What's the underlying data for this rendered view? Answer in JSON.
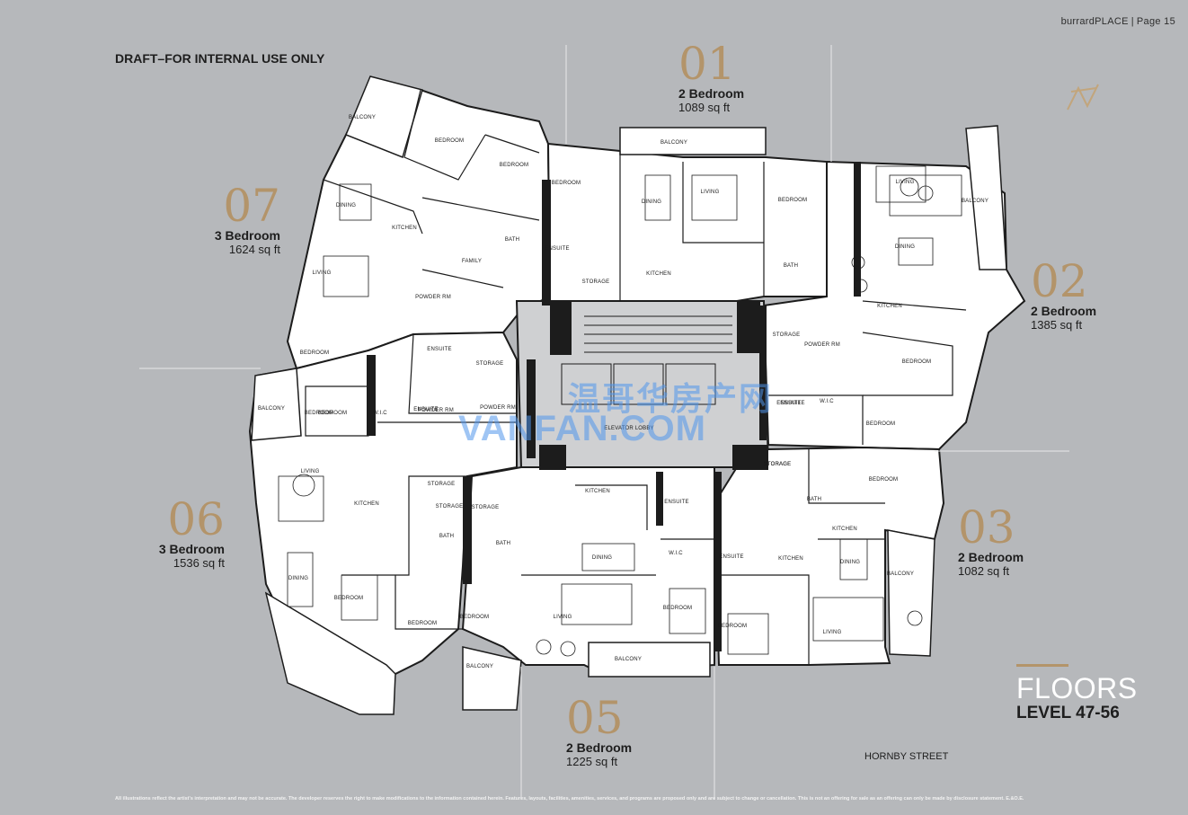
{
  "header": {
    "brand": "burrardPLACE",
    "page": "Page 15"
  },
  "draft_note": "DRAFT–FOR INTERNAL USE ONLY",
  "units": [
    {
      "id": "01",
      "type": "2 Bedroom",
      "area": "1089 sq ft"
    },
    {
      "id": "02",
      "type": "2 Bedroom",
      "area": "1385 sq ft"
    },
    {
      "id": "03",
      "type": "2 Bedroom",
      "area": "1082 sq ft"
    },
    {
      "id": "05",
      "type": "2 Bedroom",
      "area": "1225 sq ft"
    },
    {
      "id": "06",
      "type": "3  Bedroom",
      "area": "1536 sq ft"
    },
    {
      "id": "07",
      "type": "3 Bedroom",
      "area": "1624 sq ft"
    }
  ],
  "floors": {
    "title": "FLOORS",
    "level": "LEVEL 47-56"
  },
  "street": "HORNBY STREET",
  "watermark": {
    "cn": "温哥华房产网",
    "en": "VANFAN.COM"
  },
  "room_labels": [
    "BALCONY",
    "BEDROOM",
    "BEDROOM",
    "BEDROOM",
    "BALCONY",
    "DINING",
    "LIVING",
    "BEDROOM",
    "BALCONY",
    "LIVING",
    "DINING",
    "KITCHEN",
    "BATH",
    "ENSUITE",
    "FAMILY",
    "STORAGE",
    "KITCHEN",
    "BATH",
    "DINING",
    "LIVING",
    "ENSUITE",
    "STORAGE",
    "POWDER RM",
    "BEDROOM",
    "POWDER RM",
    "STORAGE",
    "W.I.C",
    "ENSUITE",
    "BEDROOM",
    "ENSUITE",
    "POWDER RM",
    "BALCONY",
    "ELEVATOR LOBBY",
    "KITCHEN",
    "BEDROOM",
    "STORAGE",
    "LIVING",
    "KITCHEN",
    "STORAGE",
    "BATH",
    "STORAGE",
    "BATH",
    "KITCHEN",
    "ENSUITE",
    "W.I.C",
    "DINING",
    "DINING",
    "BEDROOM",
    "BEDROOM",
    "BEDROOM",
    "LIVING",
    "BALCONY",
    "BALCONY",
    "BEDROOM",
    "ENSUITE",
    "KITCHEN",
    "DINING",
    "KITCHEN",
    "BEDROOM",
    "LIVING",
    "BALCONY",
    "STORAGE",
    "BATH",
    "BEDROOM",
    "ENSUITE",
    "W.I.C",
    "STORAGE",
    "POWDER RM",
    "BEDROOM",
    "BEDROOM"
  ],
  "disclaimer": "All illustrations reflect the artist's interpretation and may not be accurate. The developer reserves the right to make modifications to the information contained herein. Features, layouts, facilities, amenities, services, and programs are proposed only and are subject to change or cancellation. This is not an offering for sale as an offering can only be made by disclosure statement. E.&O.E."
}
